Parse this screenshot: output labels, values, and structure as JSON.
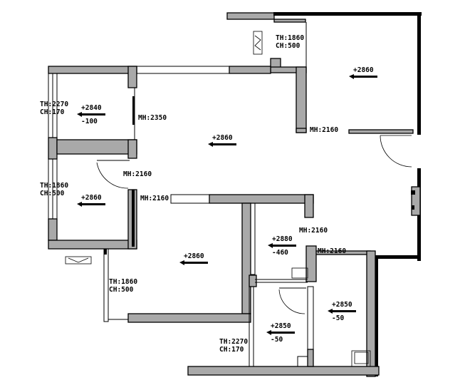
{
  "rooms": [
    {
      "id": "top-right",
      "level": "+2860"
    },
    {
      "id": "left-upper",
      "level": "+2840",
      "sub": "-100"
    },
    {
      "id": "left-lower",
      "level": "+2860"
    },
    {
      "id": "living",
      "level": "+2860"
    },
    {
      "id": "bottom-center",
      "level": "+2860"
    },
    {
      "id": "kitchen",
      "level": "+2880",
      "sub": "-460"
    },
    {
      "id": "bath-right",
      "level": "+2850",
      "sub": "-50"
    },
    {
      "id": "bath-small",
      "level": "+2850",
      "sub": "-50"
    }
  ],
  "annotations": [
    {
      "id": "top-window",
      "lines": [
        "TH:1860",
        "CH:500"
      ]
    },
    {
      "id": "left-upper-window",
      "lines": [
        "TH:2270",
        "CH:170"
      ]
    },
    {
      "id": "left-lower-window",
      "lines": [
        "TH:1860",
        "CH:500"
      ]
    },
    {
      "id": "bottom-window",
      "lines": [
        "TH:1860",
        "CH:500"
      ]
    },
    {
      "id": "bath-window",
      "lines": [
        "TH:2270",
        "CH:170"
      ]
    }
  ],
  "door_heights": [
    {
      "id": "living-door",
      "text": "MH:2350"
    },
    {
      "id": "top-right-door",
      "text": "MH:2160"
    },
    {
      "id": "left-lower-door",
      "text": "MH:2160"
    },
    {
      "id": "corridor-door",
      "text": "MH:2160"
    },
    {
      "id": "kitchen-door",
      "text": "MH:2160"
    },
    {
      "id": "bath-door",
      "text": "MH:2160"
    }
  ]
}
